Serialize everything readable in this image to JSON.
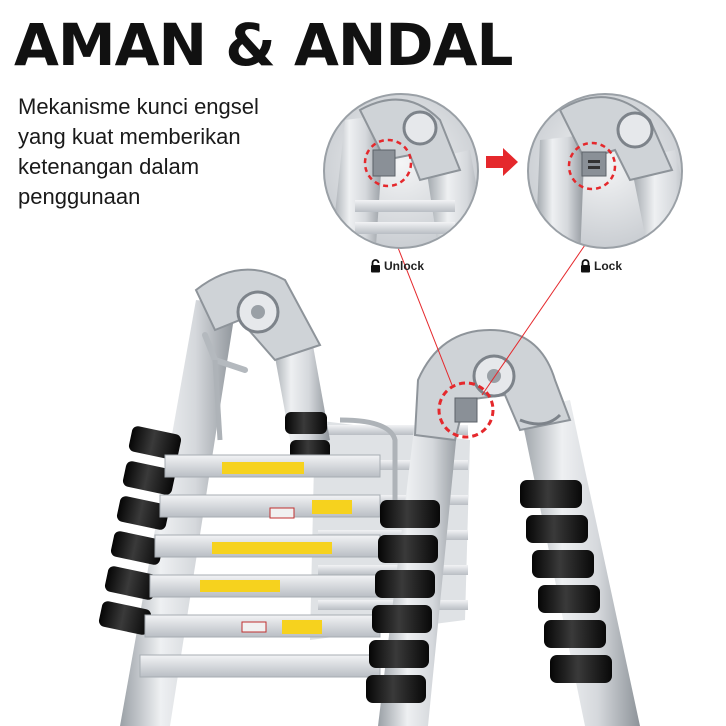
{
  "headline": "AMAN & ANDAL",
  "description_lines": [
    "Mekanisme kunci engsel",
    "yang kuat memberikan",
    "ketenangan dalam",
    "penggunaan"
  ],
  "unlock_label": "Unlock",
  "lock_label": "Lock",
  "colors": {
    "accent_red": "#e5282c",
    "rubber_black": "#1a1a1a",
    "aluminium": "#c9ccd0",
    "warning_yellow": "#f6d21e"
  }
}
